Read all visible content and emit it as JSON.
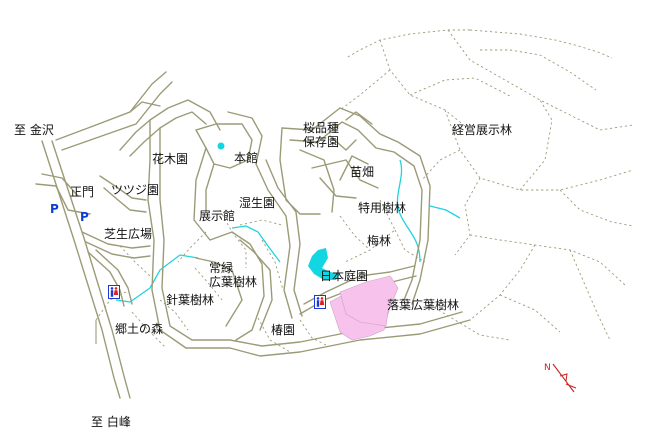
{
  "labels": {
    "to_kanazawa": "至 金沢",
    "to_hakusan": "至 白峰",
    "main_gate": "正門",
    "lawn_plaza": "芝生広場",
    "kyodo_forest": "郷土の森",
    "flower_garden": "花木園",
    "azalea_garden": "ツツジ園",
    "main_hall": "本館",
    "exhibition_hall": "展示館",
    "wetland_garden": "湿生園",
    "evergreen_line1": "常緑",
    "evergreen_line2": "広葉樹林",
    "conifer_forest": "針葉樹林",
    "camellia_garden": "椿園",
    "cherry_line1": "桜品種",
    "cherry_line2": "保存園",
    "nursery": "苗畑",
    "special_forest": "特用樹林",
    "ume_forest": "梅林",
    "japanese_garden": "日本庭園",
    "deciduous_forest": "落葉広葉樹林",
    "management_forest": "経営展示林",
    "parking": "P"
  },
  "colors": {
    "road": "#9b9b78",
    "water": "#13d6e3",
    "deciduous_area": "#f7c2ec",
    "parking_text": "#0f3fd0",
    "north_arrow": "#d02020"
  },
  "icons": {
    "parking": "parking-sign",
    "toilet": "restroom-icon",
    "north": "north-arrow-icon"
  },
  "compass": {
    "letter": "N"
  }
}
